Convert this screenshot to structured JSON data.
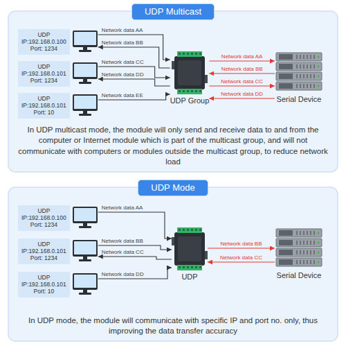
{
  "diagram": {
    "nodes": [
      {
        "text": [
          "UDP Multicast",
          "In UDP multicast mode, the module will only send and receive data to and from the computer or Internet module which is part of the multicast group, and will not communicate with computers or modules outside the multicast group, to reduce network load"
        ]
      },
      {
        "text": [
          "UDP",
          "IP:192.168.0.100",
          "Port: 1234"
        ],
        "in": 0
      },
      {
        "text": [
          "UDP",
          "IP:192.168.0.101",
          "Port: 1234"
        ],
        "in": 0
      },
      {
        "text": [
          "UDP",
          "IP:192.168.0.101",
          "Port: 10"
        ],
        "in": 0
      },
      {
        "text": [
          "UDP Group"
        ],
        "in": 0
      },
      {
        "text": [
          "Serial Device"
        ],
        "in": 0
      },
      {
        "text": [
          "UDP Mode",
          "In UDP mode, the module will communicate with specific IP and port no. only, thus improving the data transfer accuracy"
        ]
      },
      {
        "text": [
          "UDP",
          "IP:192.168.0.100",
          "Port: 1234"
        ],
        "in": 6
      },
      {
        "text": [
          "UDP",
          "IP:192.168.0.101",
          "Port: 1234"
        ],
        "in": 6
      },
      {
        "text": [
          "UDP",
          "IP:192.168.0.101",
          "Port: 10"
        ],
        "in": 6
      },
      {
        "text": [
          "UDP"
        ],
        "in": 6
      },
      {
        "text": [
          "Serial Device"
        ],
        "in": 6
      }
    ],
    "edges": [
      {
        "from": 1,
        "to": 4,
        "label": "Network data AA",
        "arrow": "to"
      },
      {
        "from": 4,
        "to": 1,
        "label": "Network data BB",
        "arrow": "to"
      },
      {
        "from": 2,
        "to": 4,
        "label": "Network data CC",
        "arrow": "to"
      },
      {
        "from": 4,
        "to": 2,
        "label": "Network data DD",
        "arrow": "to"
      },
      {
        "from": 3,
        "to": 4,
        "label": "Network data EE",
        "arrow": "to"
      },
      {
        "from": 4,
        "to": 5,
        "label": "Network data AA",
        "arrow": "to"
      },
      {
        "from": 5,
        "to": 4,
        "label": "Network data BB",
        "arrow": "to"
      },
      {
        "from": 4,
        "to": 5,
        "label": "Network data CC",
        "arrow": "to"
      },
      {
        "from": 5,
        "to": 4,
        "label": "Network data DD",
        "arrow": "to"
      },
      {
        "from": 7,
        "to": 10,
        "label": "Network data AA",
        "arrow": "to"
      },
      {
        "from": 8,
        "to": 10,
        "label": "Network data BB",
        "arrow": "to"
      },
      {
        "from": 10,
        "to": 8,
        "label": "Network data CC",
        "arrow": "to"
      },
      {
        "from": 9,
        "to": 10,
        "label": "Network data DD",
        "arrow": "to"
      },
      {
        "from": 10,
        "to": 11,
        "label": "Network data BB",
        "arrow": "to"
      },
      {
        "from": 11,
        "to": 10,
        "label": "Network data CC",
        "arrow": "to"
      }
    ]
  }
}
